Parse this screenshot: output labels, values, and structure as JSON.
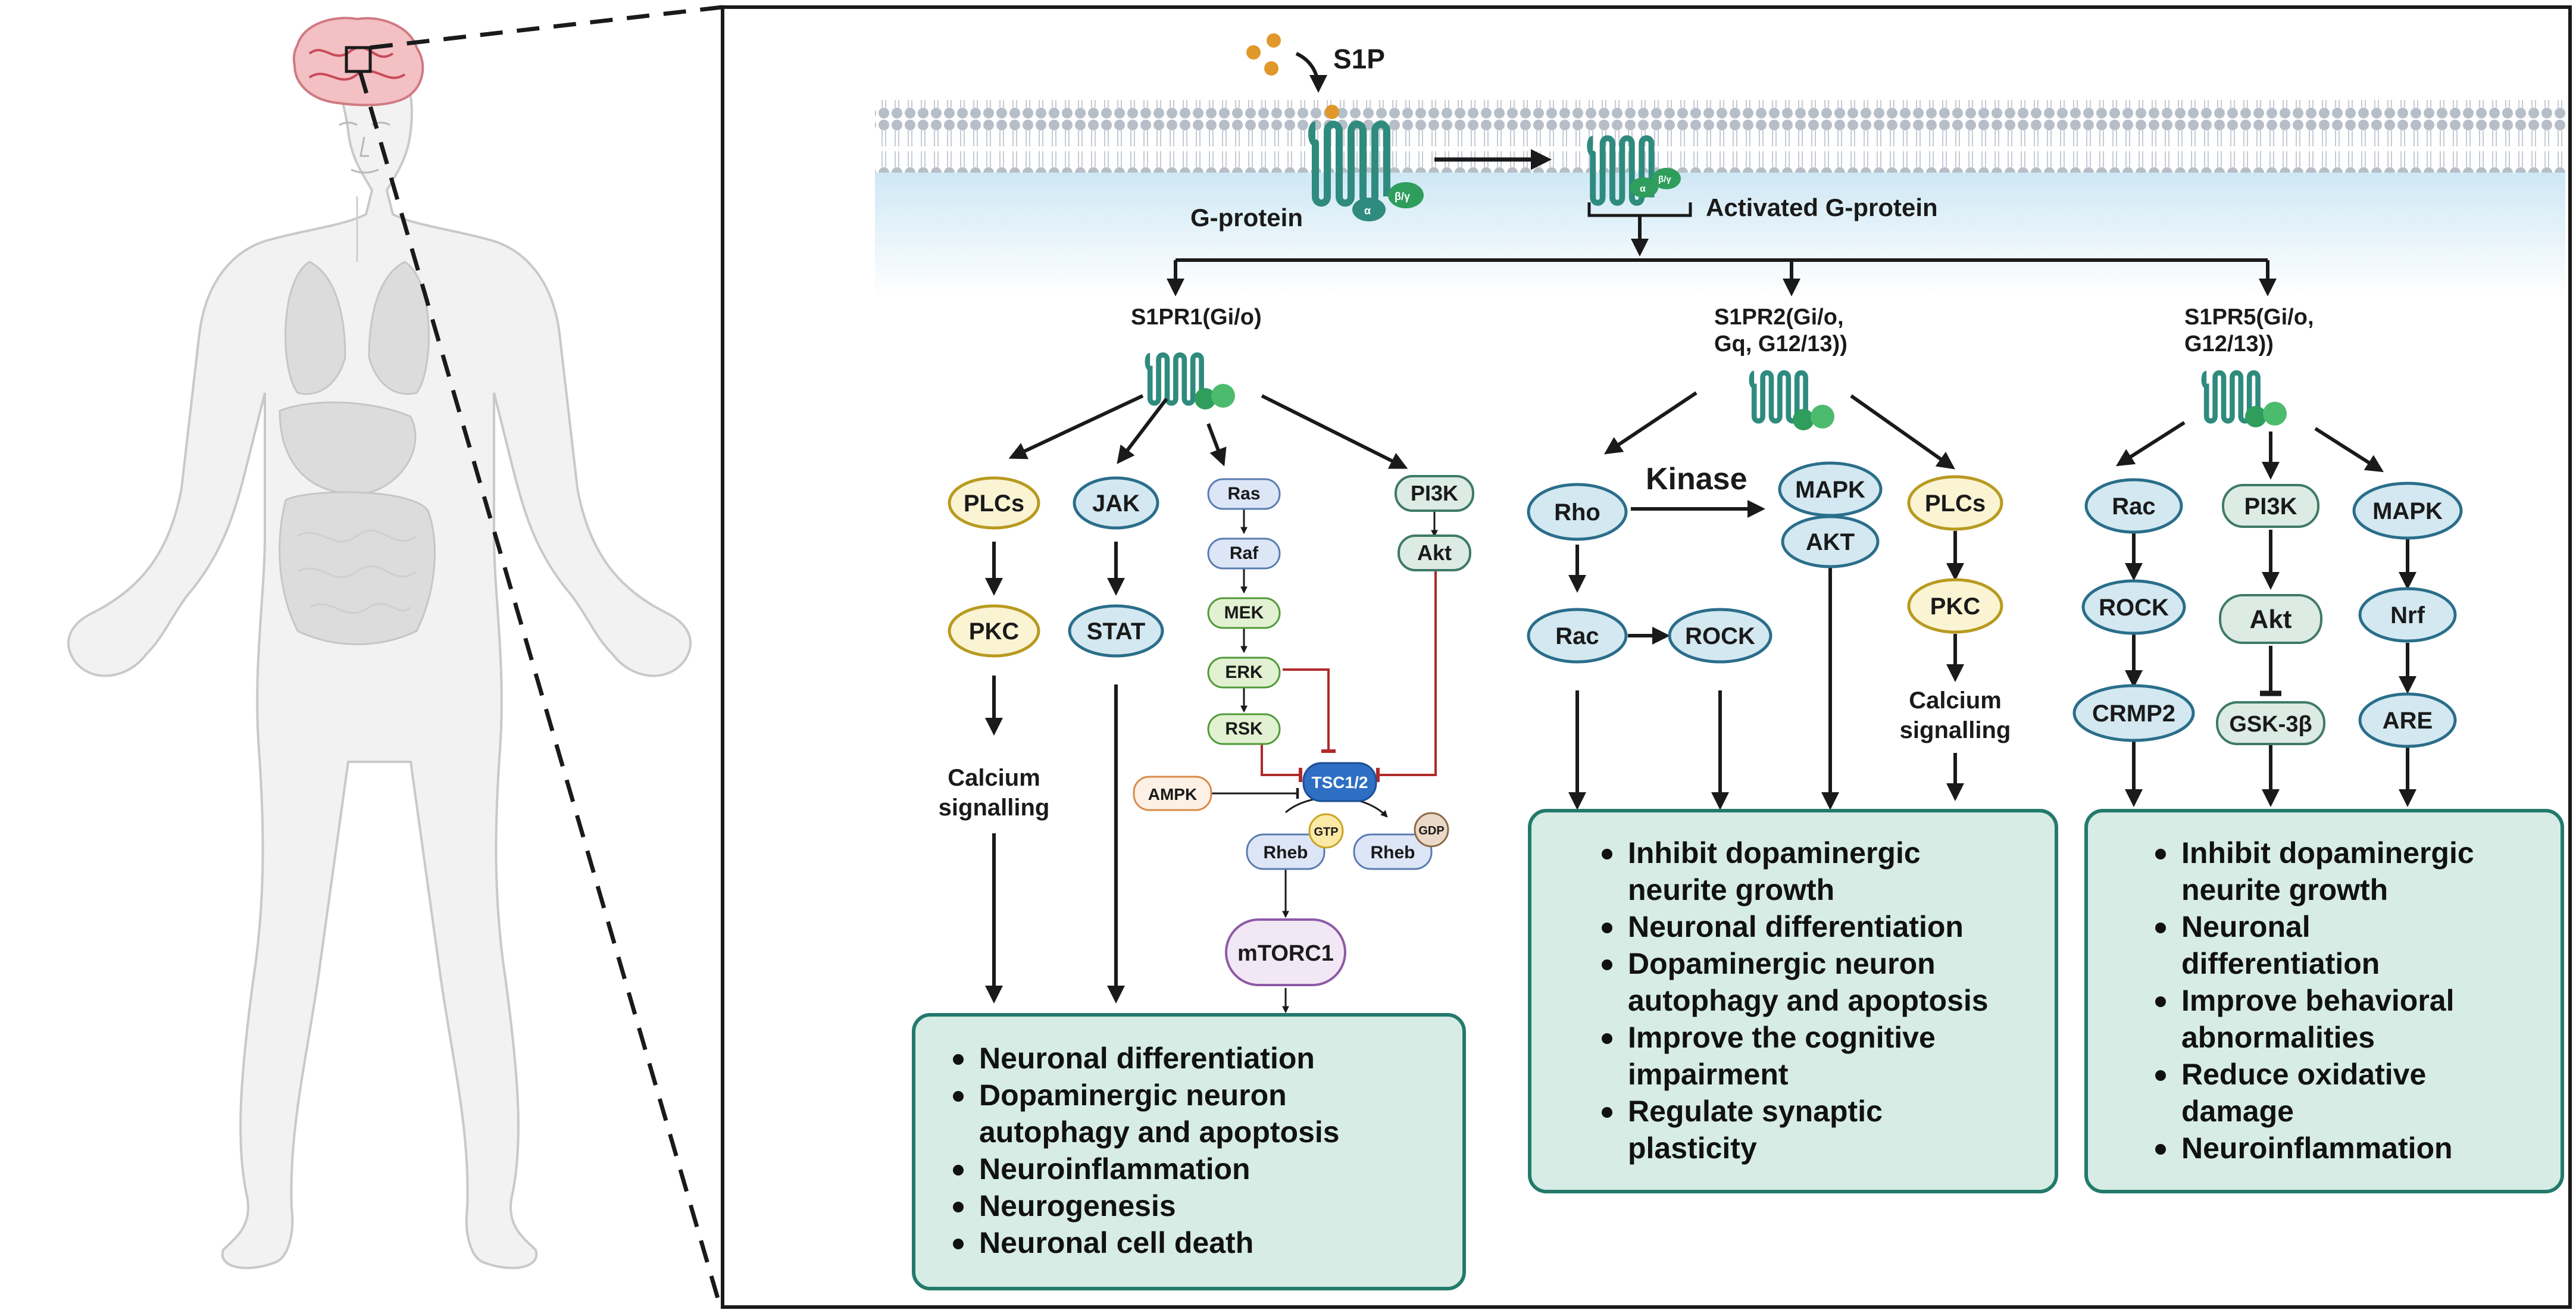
{
  "ligand": "S1P",
  "membrane": {
    "g_protein_label": "G-protein",
    "activated_label": "Activated G-protein",
    "alpha": "α",
    "beta_gamma": "β/γ"
  },
  "receptors": {
    "s1pr1": "S1PR1(Gi/o)",
    "s1pr2_line1": "S1PR2(Gi/o,",
    "s1pr2_line2": "Gq, G12/13))",
    "s1pr5_line1": "S1PR5(Gi/o,",
    "s1pr5_line2": "G12/13))"
  },
  "s1pr1_pathway": {
    "plcs": "PLCs",
    "pkc": "PKC",
    "calcium_line1": "Calcium",
    "calcium_line2": "signalling",
    "jak": "JAK",
    "stat": "STAT",
    "ras": "Ras",
    "raf": "Raf",
    "mek": "MEK",
    "erk": "ERK",
    "rsk": "RSK",
    "pi3k": "PI3K",
    "akt": "Akt",
    "tsc": "TSC1/2",
    "ampk": "AMPK",
    "rheb": "Rheb",
    "gtp": "GTP",
    "gdp": "GDP",
    "mtorc1": "mTORC1"
  },
  "s1pr2_pathway": {
    "rho": "Rho",
    "kinase": "Kinase",
    "mapk": "MAPK",
    "akt": "AKT",
    "rac": "Rac",
    "rock": "ROCK",
    "plcs": "PLCs",
    "pkc": "PKC",
    "calcium_line1": "Calcium",
    "calcium_line2": "signalling"
  },
  "s1pr5_pathway": {
    "rac": "Rac",
    "rock": "ROCK",
    "crmp2": "CRMP2",
    "pi3k": "PI3K",
    "akt": "Akt",
    "gsk3b": "GSK-3β",
    "mapk": "MAPK",
    "nrf": "Nrf",
    "are": "ARE"
  },
  "outcomes": {
    "s1pr1": [
      [
        "Neuronal differentiation"
      ],
      [
        "Dopaminergic neuron",
        "autophagy and apoptosis"
      ],
      [
        "Neuroinflammation"
      ],
      [
        "Neurogenesis"
      ],
      [
        "Neuronal cell death"
      ]
    ],
    "s1pr2": [
      [
        "Inhibit dopaminergic",
        "neurite growth"
      ],
      [
        "Neuronal differentiation"
      ],
      [
        "Dopaminergic neuron",
        "autophagy and apoptosis"
      ],
      [
        "Improve the cognitive",
        "impairment"
      ],
      [
        "Regulate synaptic",
        "plasticity"
      ]
    ],
    "s1pr5": [
      [
        "Inhibit dopaminergic",
        "neurite growth"
      ],
      [
        "Neuronal",
        "differentiation"
      ],
      [
        "Improve behavioral",
        "abnormalities"
      ],
      [
        "Reduce oxidative",
        "damage"
      ],
      [
        "Neuroinflammation"
      ]
    ]
  },
  "colors": {
    "receptor": "#2e8b7e",
    "g_alpha": "#2f9d5c",
    "outcome_fill": "#d6ece5",
    "outcome_stroke": "#237a6b",
    "blue_node_fill": "#d3e8f1",
    "blue_node_stroke": "#2a6e8a",
    "yellow_node_fill": "#fbf4d3",
    "yellow_node_stroke": "#b89a20",
    "inhibit": "#b02a2a",
    "tsc": "#2e6fc4"
  }
}
